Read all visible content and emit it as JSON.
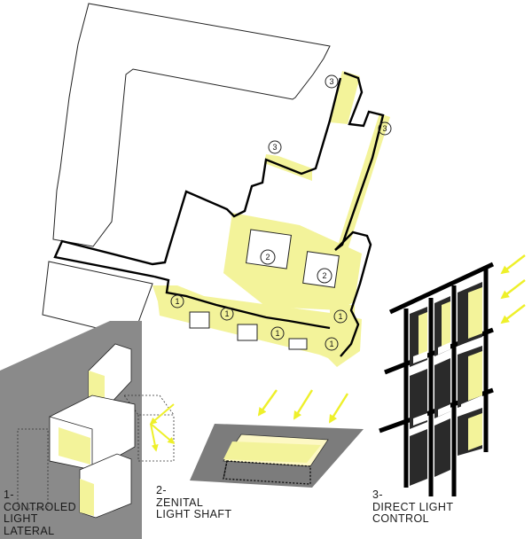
{
  "zones": {
    "lateral": "1",
    "shaft": "2",
    "direct": "3"
  },
  "captions": [
    {
      "number": "1-",
      "lines": [
        "CONTROLED",
        "LIGHT",
        "LATERAL"
      ]
    },
    {
      "number": "2-",
      "lines": [
        "ZENITAL",
        "LIGHT SHAFT"
      ]
    },
    {
      "number": "3-",
      "lines": [
        "DIRECT LIGHT",
        "CONTROL"
      ]
    }
  ],
  "colors": {
    "highlight": "#f3f39a",
    "arrow": "#eef02a",
    "wall": "#000000",
    "grey_panel": "#8a8a8a",
    "grey_plate": "#7c7c7c"
  }
}
